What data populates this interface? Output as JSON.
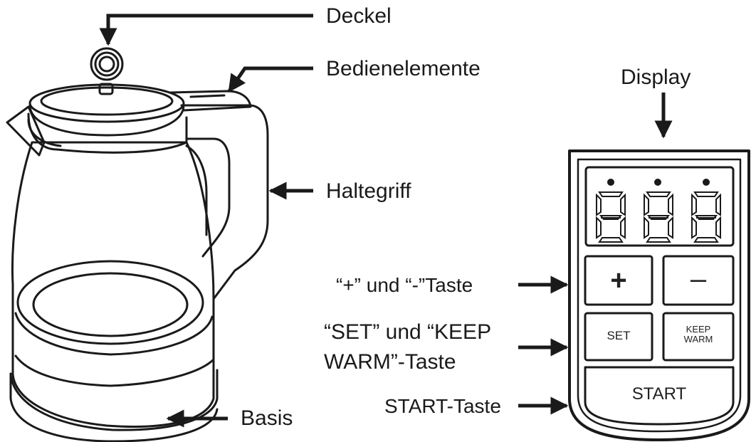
{
  "labels": {
    "lid": "Deckel",
    "controls": "Bedienelemente",
    "handle": "Haltegriff",
    "base": "Basis",
    "display": "Display",
    "plus_minus": "“+” und “-”Taste",
    "set_keepwarm_line1": "“SET” und “KEEP",
    "set_keepwarm_line2": "WARM”-Taste",
    "start": "START-Taste"
  },
  "panel": {
    "digits": [
      "8",
      "8",
      "8"
    ],
    "plus": "+",
    "minus": "–",
    "set": "SET",
    "keep_line1": "KEEP",
    "keep_line2": "WARM",
    "start": "START"
  }
}
